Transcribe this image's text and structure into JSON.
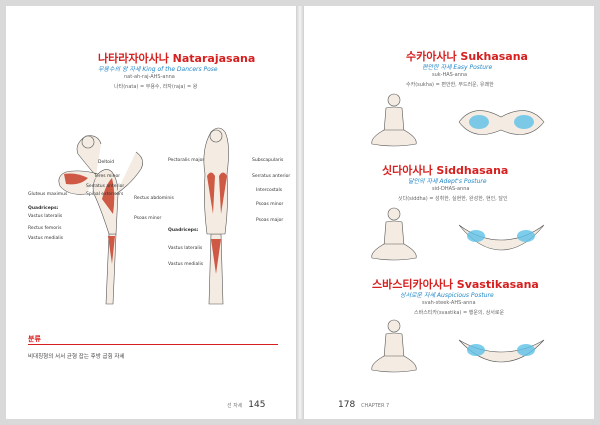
{
  "left_page": {
    "title": "나타라자아사나 Natarajasana",
    "subtitle": "무용수의 왕 자세 King of the Dancers Pose",
    "pronunciation": "nat-ah-raj-AHS-anna",
    "etymology": "나타(nata) = 무용수, 라자(raja) = 왕",
    "section_heading": "분류",
    "section_body": "비대칭형의 서서 균형 잡는 후방 굽힘 자세",
    "page_number": "145",
    "page_label": "선 자세",
    "muscle_labels_left": [
      "Quadriceps:",
      "Vastus lateralis",
      "Rectus femoris",
      "Vastus medialis"
    ],
    "muscle_labels_center": [
      "Deltoid",
      "Teres minor",
      "Serratus anterior",
      "Spinal extensors",
      "Gluteus maximus",
      "Rectus abdominis",
      "Psoas minor"
    ],
    "muscle_labels_right": [
      "Pectoralis major",
      "Subscapularis",
      "Serratus anterior",
      "Intercostals",
      "Psoas minor",
      "Psoas major",
      "Quadriceps:",
      "Vastus lateralis",
      "Vastus medialis"
    ]
  },
  "right_page": {
    "page_number": "178",
    "chapter_label": "CHAPTER 7",
    "poses": [
      {
        "title": "수카아사나 Sukhasana",
        "subtitle": "편안한 자세 Easy Posture",
        "pronunciation": "suk-HAS-anna",
        "etymology": "수카(sukha) = 편안한, 부드러운, 유쾌한"
      },
      {
        "title": "싯다아사나 Siddhasana",
        "subtitle": "달인의 자세 Adept's Posture",
        "pronunciation": "sid-DHAS-anna",
        "etymology": "싯다(siddha) = 성취한, 실현한, 완성한, 현인, 달인"
      },
      {
        "title": "스바스티카아사나 Svastikasana",
        "subtitle": "상서로운 자세 Auspicious Posture",
        "pronunciation": "svah-steek-AHS-anna",
        "etymology": "스바스티카(svastika) = 행운의, 상서로운"
      }
    ]
  },
  "colors": {
    "title_red": "#d6201f",
    "subtitle_blue": "#1f86c8",
    "muscle_red": "#c8402a",
    "highlight_blue": "#5cc0e8"
  }
}
